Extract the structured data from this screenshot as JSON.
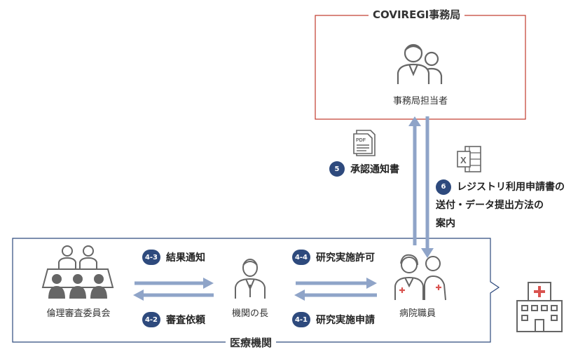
{
  "colors": {
    "secretariat_border": "#c0392b",
    "institution_border": "#2e4a7d",
    "arrow": "#8fa4c8",
    "icon": "#666666",
    "badge": "#2e4a7d",
    "red_cross": "#d9534f"
  },
  "secretariat": {
    "title": "COVIREGI事務局",
    "staff": "事務局担当者"
  },
  "institution": {
    "title": "医療機関",
    "ethics_committee": "倫理審査委員会",
    "head": "機関の長",
    "hospital_staff": "病院職員"
  },
  "steps": {
    "s4_3": {
      "badge": "4-3",
      "label": "結果通知"
    },
    "s4_2": {
      "badge": "4-2",
      "label": "審査依頼"
    },
    "s4_4": {
      "badge": "4-4",
      "label": "研究実施許可"
    },
    "s4_1": {
      "badge": "4-1",
      "label": "研究実施申請"
    },
    "s5": {
      "badge": "5",
      "label": "承認通知書"
    },
    "s6": {
      "badge": "6",
      "line1": "レジストリ利用申請書の",
      "line2": "送付・データ提出方法の",
      "line3": "案内"
    }
  },
  "icons": {
    "pdf": {
      "name": "pdf-document-icon",
      "text": "PDF"
    },
    "excel": {
      "name": "excel-document-icon",
      "text": "X"
    }
  }
}
